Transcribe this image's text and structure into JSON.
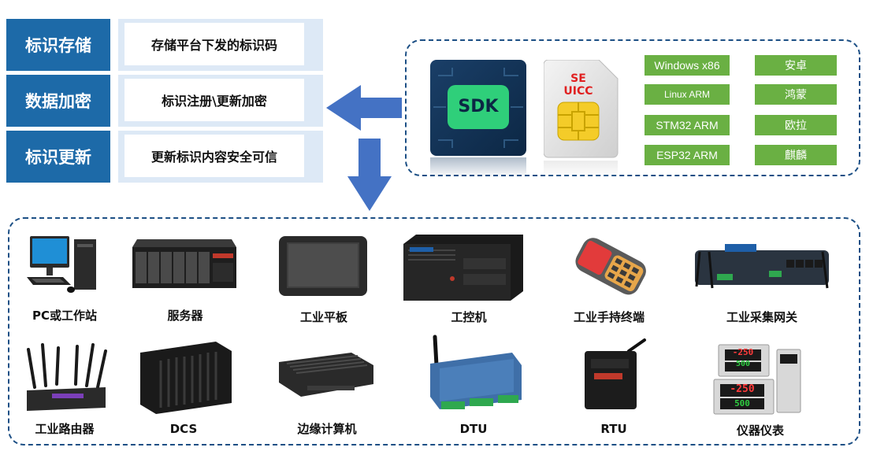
{
  "features": [
    {
      "tag": "标识存储",
      "desc": "存储平台下发的标识码"
    },
    {
      "tag": "数据加密",
      "desc": "标识注册\\更新加密"
    },
    {
      "tag": "标识更新",
      "desc": "更新标识内容安全可信"
    }
  ],
  "sdk": {
    "label": "SDK"
  },
  "sim": {
    "line1": "SE",
    "line2": "UICC"
  },
  "platforms_left": [
    "Windows x86",
    "Linux ARM",
    "STM32 ARM",
    "ESP32 ARM"
  ],
  "platforms_right": [
    "安卓",
    "鸿蒙",
    "欧拉",
    "麒麟"
  ],
  "devices_row1": [
    "PC或工作站",
    "服务器",
    "工业平板",
    "工控机",
    "工业手持终端",
    "工业采集网关"
  ],
  "devices_row2": [
    "工业路由器",
    "DCS",
    "边缘计算机",
    "DTU",
    "RTU",
    "仪器仪表"
  ],
  "meter_readings": [
    "-250",
    "500",
    "-250",
    "500"
  ],
  "colors": {
    "brand_blue": "#1d6aa8",
    "platform_green": "#6ab043",
    "dash_navy": "#1c4f85",
    "arrow_blue": "#4472c4"
  }
}
